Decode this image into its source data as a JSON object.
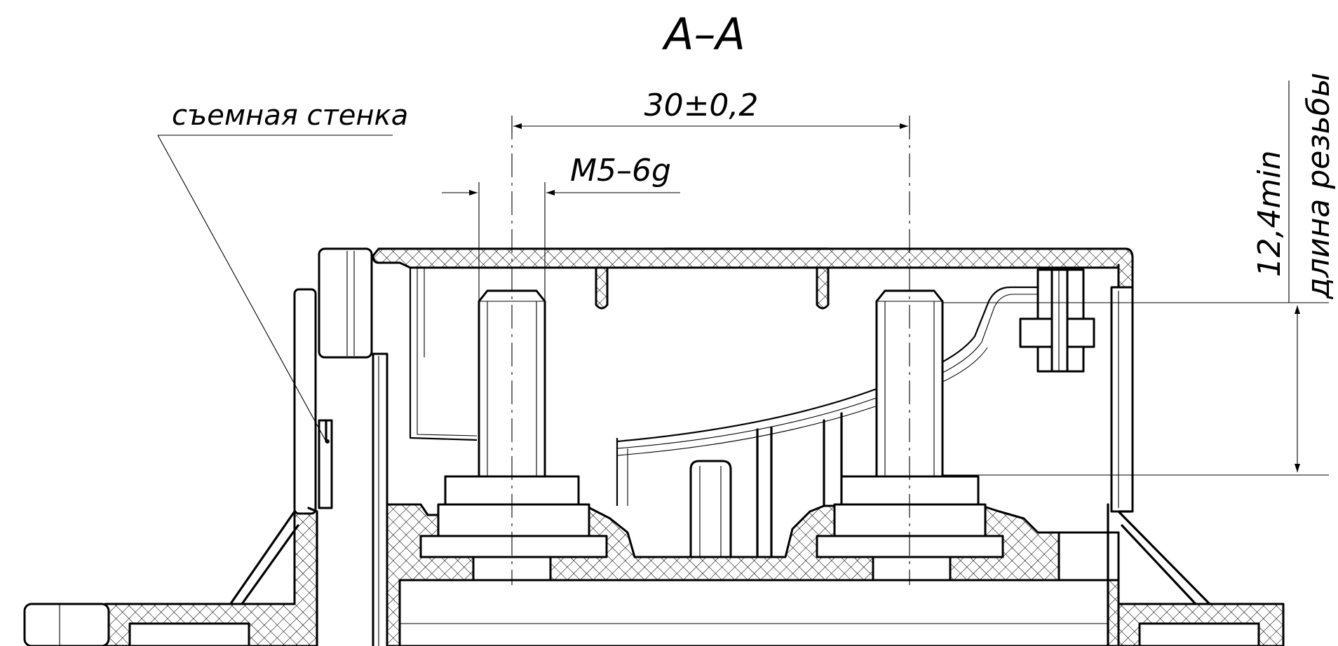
{
  "section_title": "A–A",
  "labels": {
    "removable_wall": "съемная стенка",
    "center_distance": "30±0,2",
    "thread_spec": "M5–6g",
    "thread_length_value": "12,4min",
    "thread_length_caption": "длина резьбы"
  }
}
